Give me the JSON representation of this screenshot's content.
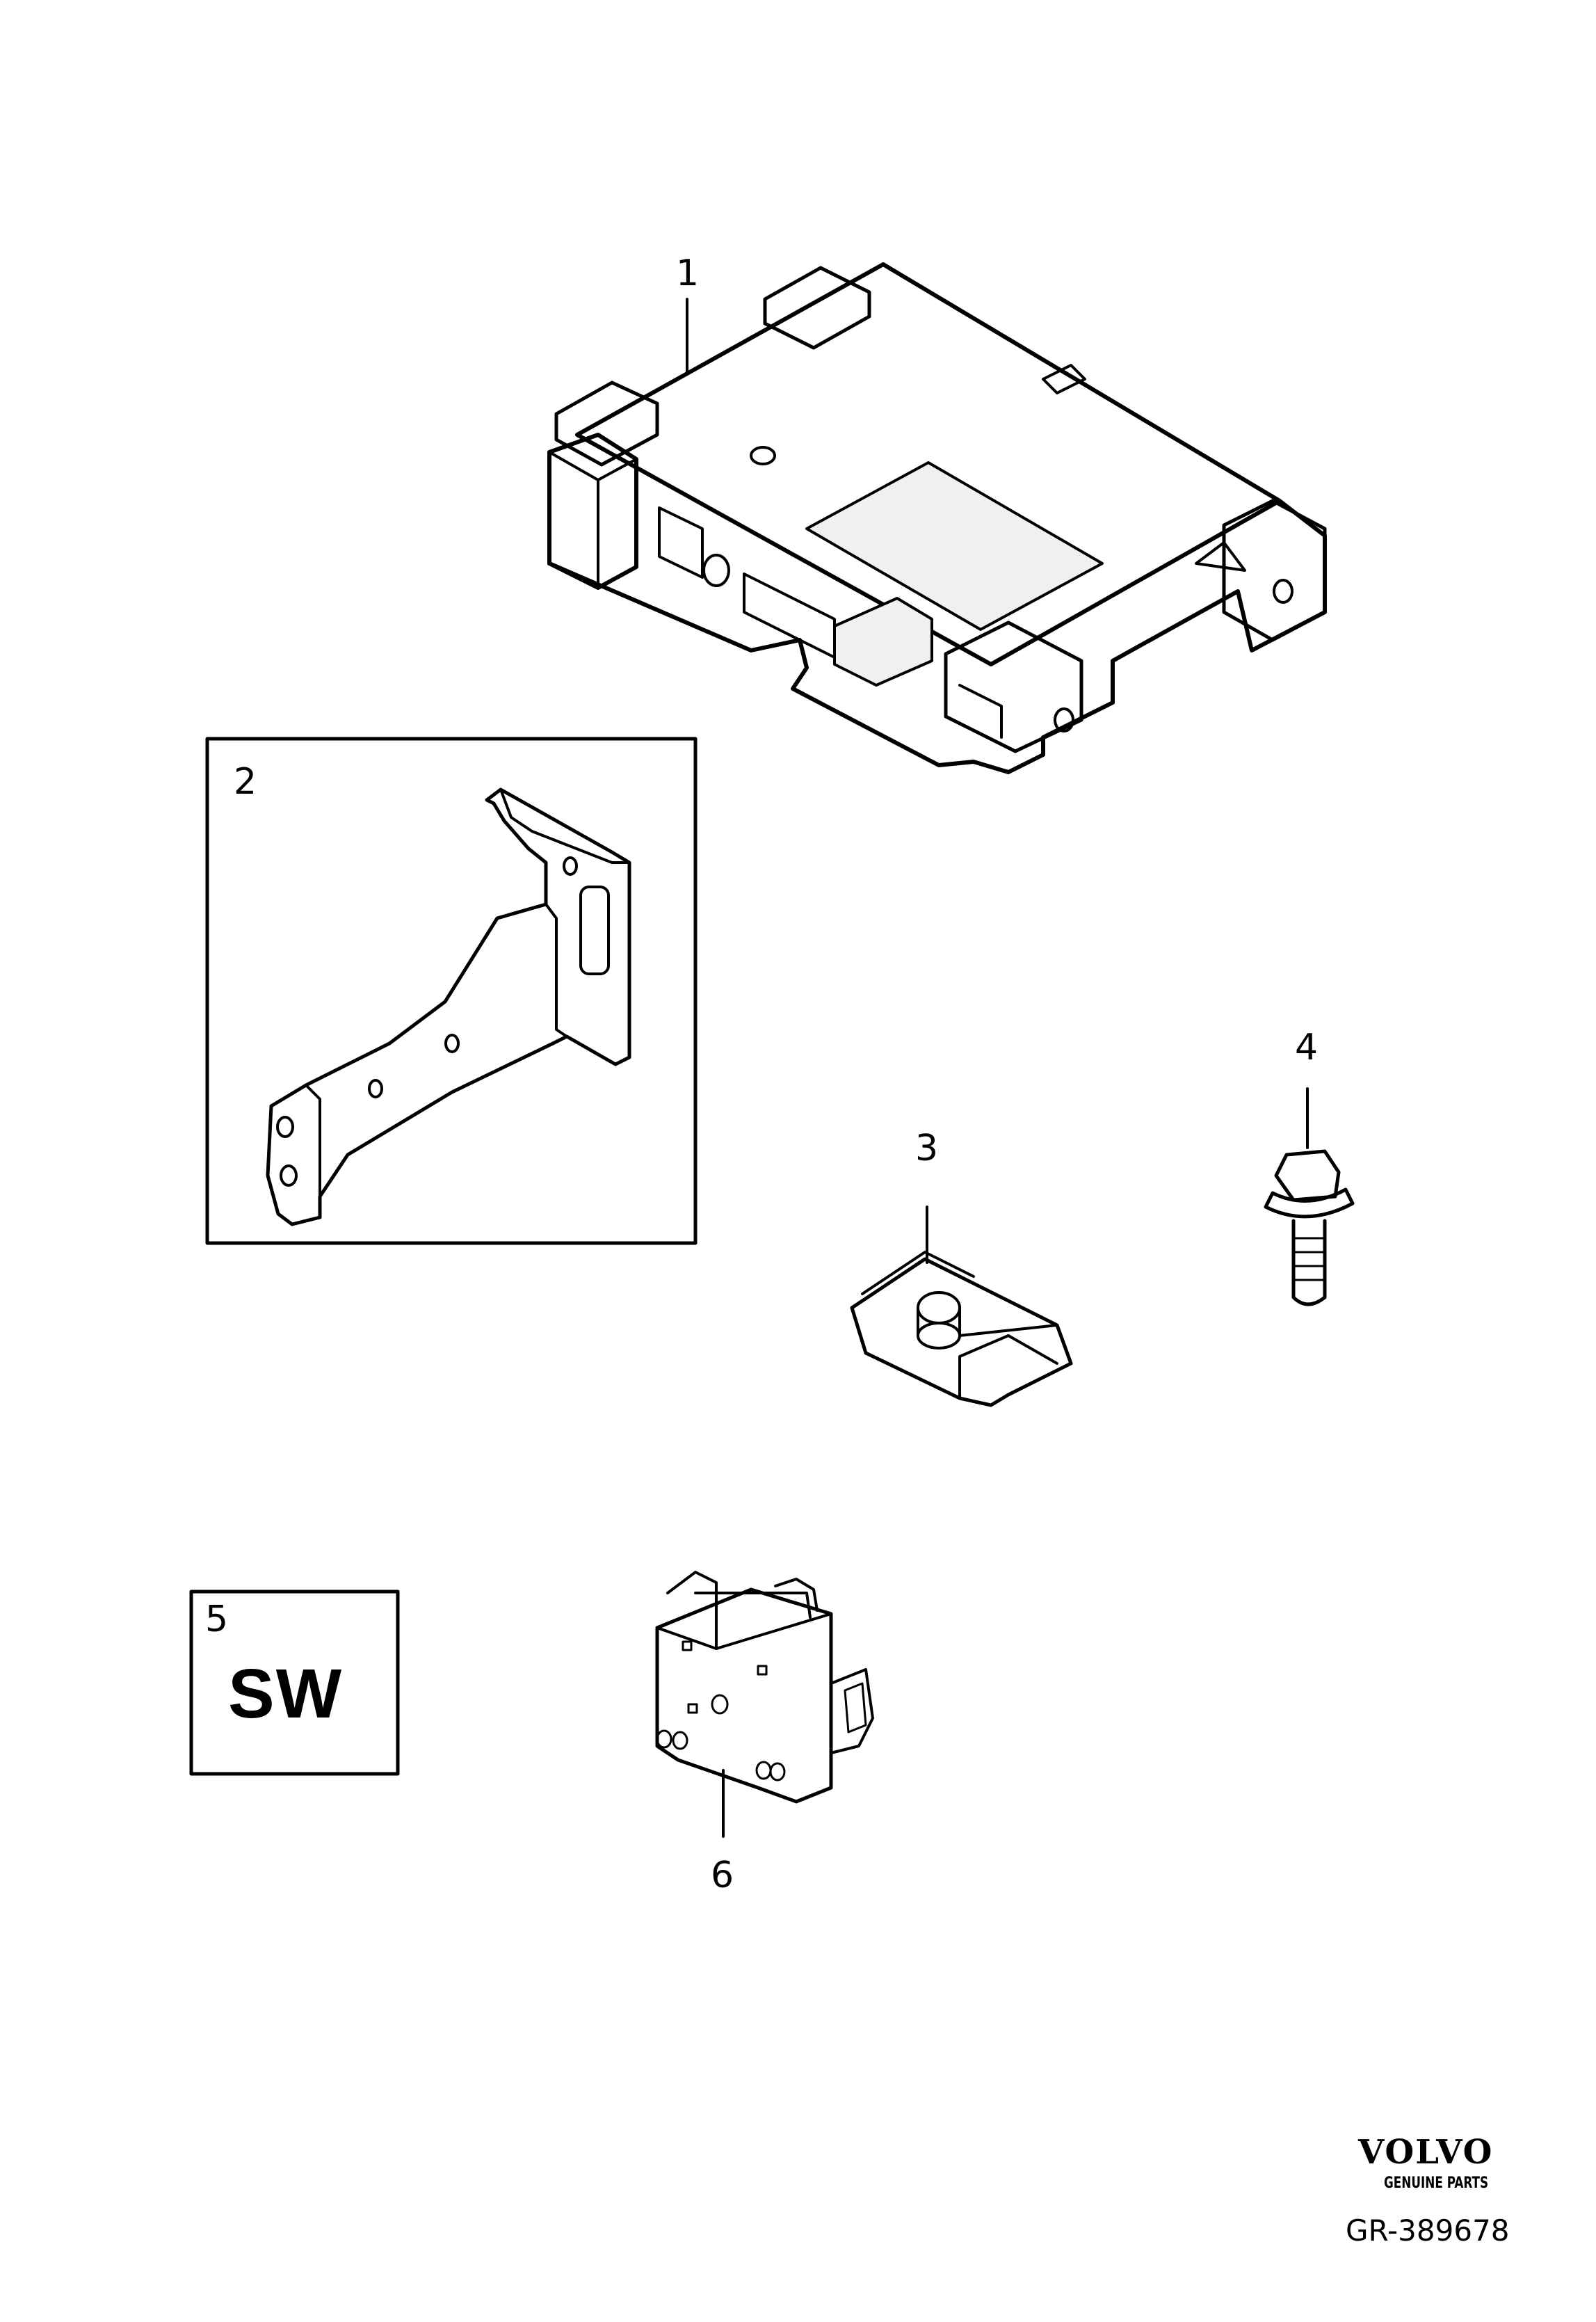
{
  "callouts": {
    "c1": "1",
    "c2": "2",
    "c3": "3",
    "c4": "4",
    "c5": "5",
    "c6": "6"
  },
  "sw_label": "SW",
  "brand": {
    "name": "VOLVO",
    "tagline": "GENUINE PARTS"
  },
  "reference": "GR-389678"
}
